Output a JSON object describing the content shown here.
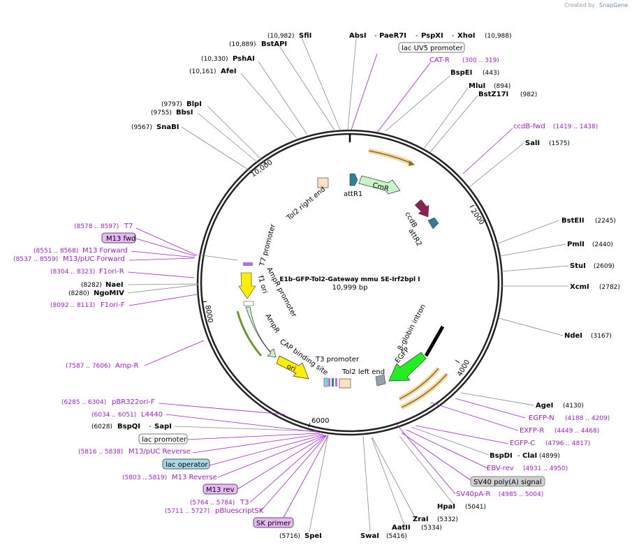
{
  "credit": {
    "created_by": "Created by",
    "brand": "SnapGene"
  },
  "plasmid": {
    "name": "E1b-GFP-Tol2-Gateway mmu SE-Irf2bpl I",
    "length": "10,999 bp"
  },
  "ring_ticks": [
    "2000",
    "4000",
    "6000",
    "8000",
    "10,000"
  ],
  "features": [
    {
      "label": "CmR",
      "type": "resistance",
      "color": "#c8f5c8"
    },
    {
      "label": "attR1",
      "type": "site"
    },
    {
      "label": "ccdB",
      "type": "toxin",
      "color": "#8b2252"
    },
    {
      "label": "attR2",
      "type": "site"
    },
    {
      "label": "β-globin intron",
      "type": "intron"
    },
    {
      "label": "EGFP",
      "type": "cds",
      "color": "#22ee22"
    },
    {
      "label": "Tol2 left end",
      "type": "repeat"
    },
    {
      "label": "T3 promoter",
      "type": "promoter"
    },
    {
      "label": "CAP binding site",
      "type": "protein_bind"
    },
    {
      "label": "ori",
      "type": "rep_origin",
      "color": "#ffee00"
    },
    {
      "label": "AmpR",
      "type": "resistance",
      "color": "#c8f5c8"
    },
    {
      "label": "AmpR promoter",
      "type": "promoter"
    },
    {
      "label": "f1 ori",
      "type": "rep_origin",
      "color": "#ffee00"
    },
    {
      "label": "T7 promoter",
      "type": "promoter"
    },
    {
      "label": "Tol2 right end",
      "type": "repeat"
    }
  ],
  "enzymes": {
    "top": [
      {
        "pos": "(10,982)",
        "name": "SfiI"
      },
      {
        "name": "AbsI"
      },
      {
        "name": "PaeR7I"
      },
      {
        "name": "PspXI"
      },
      {
        "name": "XhoI",
        "pos": "(10,988)"
      }
    ],
    "right": [
      {
        "name": "BspEI",
        "pos": "(443)"
      },
      {
        "name": "MluI",
        "pos": "(894)"
      },
      {
        "name": "BstZ17I",
        "pos": "(982)"
      },
      {
        "name": "SalI",
        "pos": "(1575)"
      },
      {
        "name": "BstEII",
        "pos": "(2245)"
      },
      {
        "name": "PmlI",
        "pos": "(2440)"
      },
      {
        "name": "StuI",
        "pos": "(2609)"
      },
      {
        "name": "XcmI",
        "pos": "(2782)"
      },
      {
        "name": "NdeI",
        "pos": "(3167)"
      },
      {
        "name": "AgeI",
        "pos": "(4130)"
      },
      {
        "name": "BspDI",
        "name2": "ClaI",
        "pos": "(4899)"
      },
      {
        "name": "HpaI",
        "pos": "(5041)"
      },
      {
        "name": "ZraI",
        "pos": "(5332)"
      },
      {
        "name": "AatII",
        "pos": "(5334)"
      }
    ],
    "bottom": [
      {
        "pos": "(5716)",
        "name": "SpeI"
      },
      {
        "name": "SwaI",
        "pos": "(5416)"
      }
    ],
    "left": [
      {
        "pos": "(10,889)",
        "name": "BstAPI"
      },
      {
        "pos": "(10,330)",
        "name": "PshAI"
      },
      {
        "pos": "(10,161)",
        "name": "AfeI"
      },
      {
        "pos": "(9797)",
        "name": "BlpI"
      },
      {
        "pos": "(9755)",
        "name": "BbsI"
      },
      {
        "pos": "(9567)",
        "name": "SnaBI"
      },
      {
        "pos": "(8282)",
        "name": "NaeI"
      },
      {
        "pos": "(8280)",
        "name": "NgoMIV"
      },
      {
        "pos": "(6028)",
        "name": "BspQI",
        "name2": "SapI"
      }
    ]
  },
  "primers": [
    {
      "label": "lac UV5 promoter",
      "boxed": true
    },
    {
      "label": "CAT-R",
      "range": "(300 .. 319)"
    },
    {
      "label": "ccdB-fwd",
      "range": "(1419 .. 1438)"
    },
    {
      "label": "EGFP-N",
      "range": "(4188 .. 4209)"
    },
    {
      "label": "EXFP-R",
      "range": "(4449 .. 4468)"
    },
    {
      "label": "EGFP-C",
      "range": "(4796 .. 4817)"
    },
    {
      "label": "EBV-rev",
      "range": "(4931 .. 4950)"
    },
    {
      "label": "SV40 poly(A) signal",
      "boxed": true
    },
    {
      "label": "SV40pA-R",
      "range": "(4985 .. 5004)"
    },
    {
      "label": "T7",
      "range": "(8578 .. 8597)"
    },
    {
      "label": "M13 fwd",
      "boxed": true
    },
    {
      "label": "M13 Forward",
      "range": "(8551 .. 8568)"
    },
    {
      "label": "M13/pUC Forward",
      "range": "(8537 .. 8559)"
    },
    {
      "label": "F1ori-R",
      "range": "(8304 .. 8323)"
    },
    {
      "label": "F1ori-F",
      "range": "(8092 .. 8113)"
    },
    {
      "label": "Amp-R",
      "range": "(7587 .. 7606)"
    },
    {
      "label": "pBR322ori-F",
      "range": "(6285 .. 6304)"
    },
    {
      "label": "L4440",
      "range": "(6034 .. 6051)"
    },
    {
      "label": "lac promoter",
      "boxed": true
    },
    {
      "label": "M13/pUC Reverse",
      "range": "(5816 .. 5838)"
    },
    {
      "label": "lac operator",
      "boxed": true
    },
    {
      "label": "M13 Reverse",
      "range": "(5803 .. 5819)"
    },
    {
      "label": "M13 rev",
      "boxed": true
    },
    {
      "label": "T3",
      "range": "(5764 .. 5784)"
    },
    {
      "label": "pBluescriptSK",
      "range": "(5711 .. 5727)"
    },
    {
      "label": "SK primer",
      "boxed": true
    }
  ],
  "colors": {
    "primer": "#a020d0",
    "backbone": "#222222",
    "leader": "#888888"
  }
}
